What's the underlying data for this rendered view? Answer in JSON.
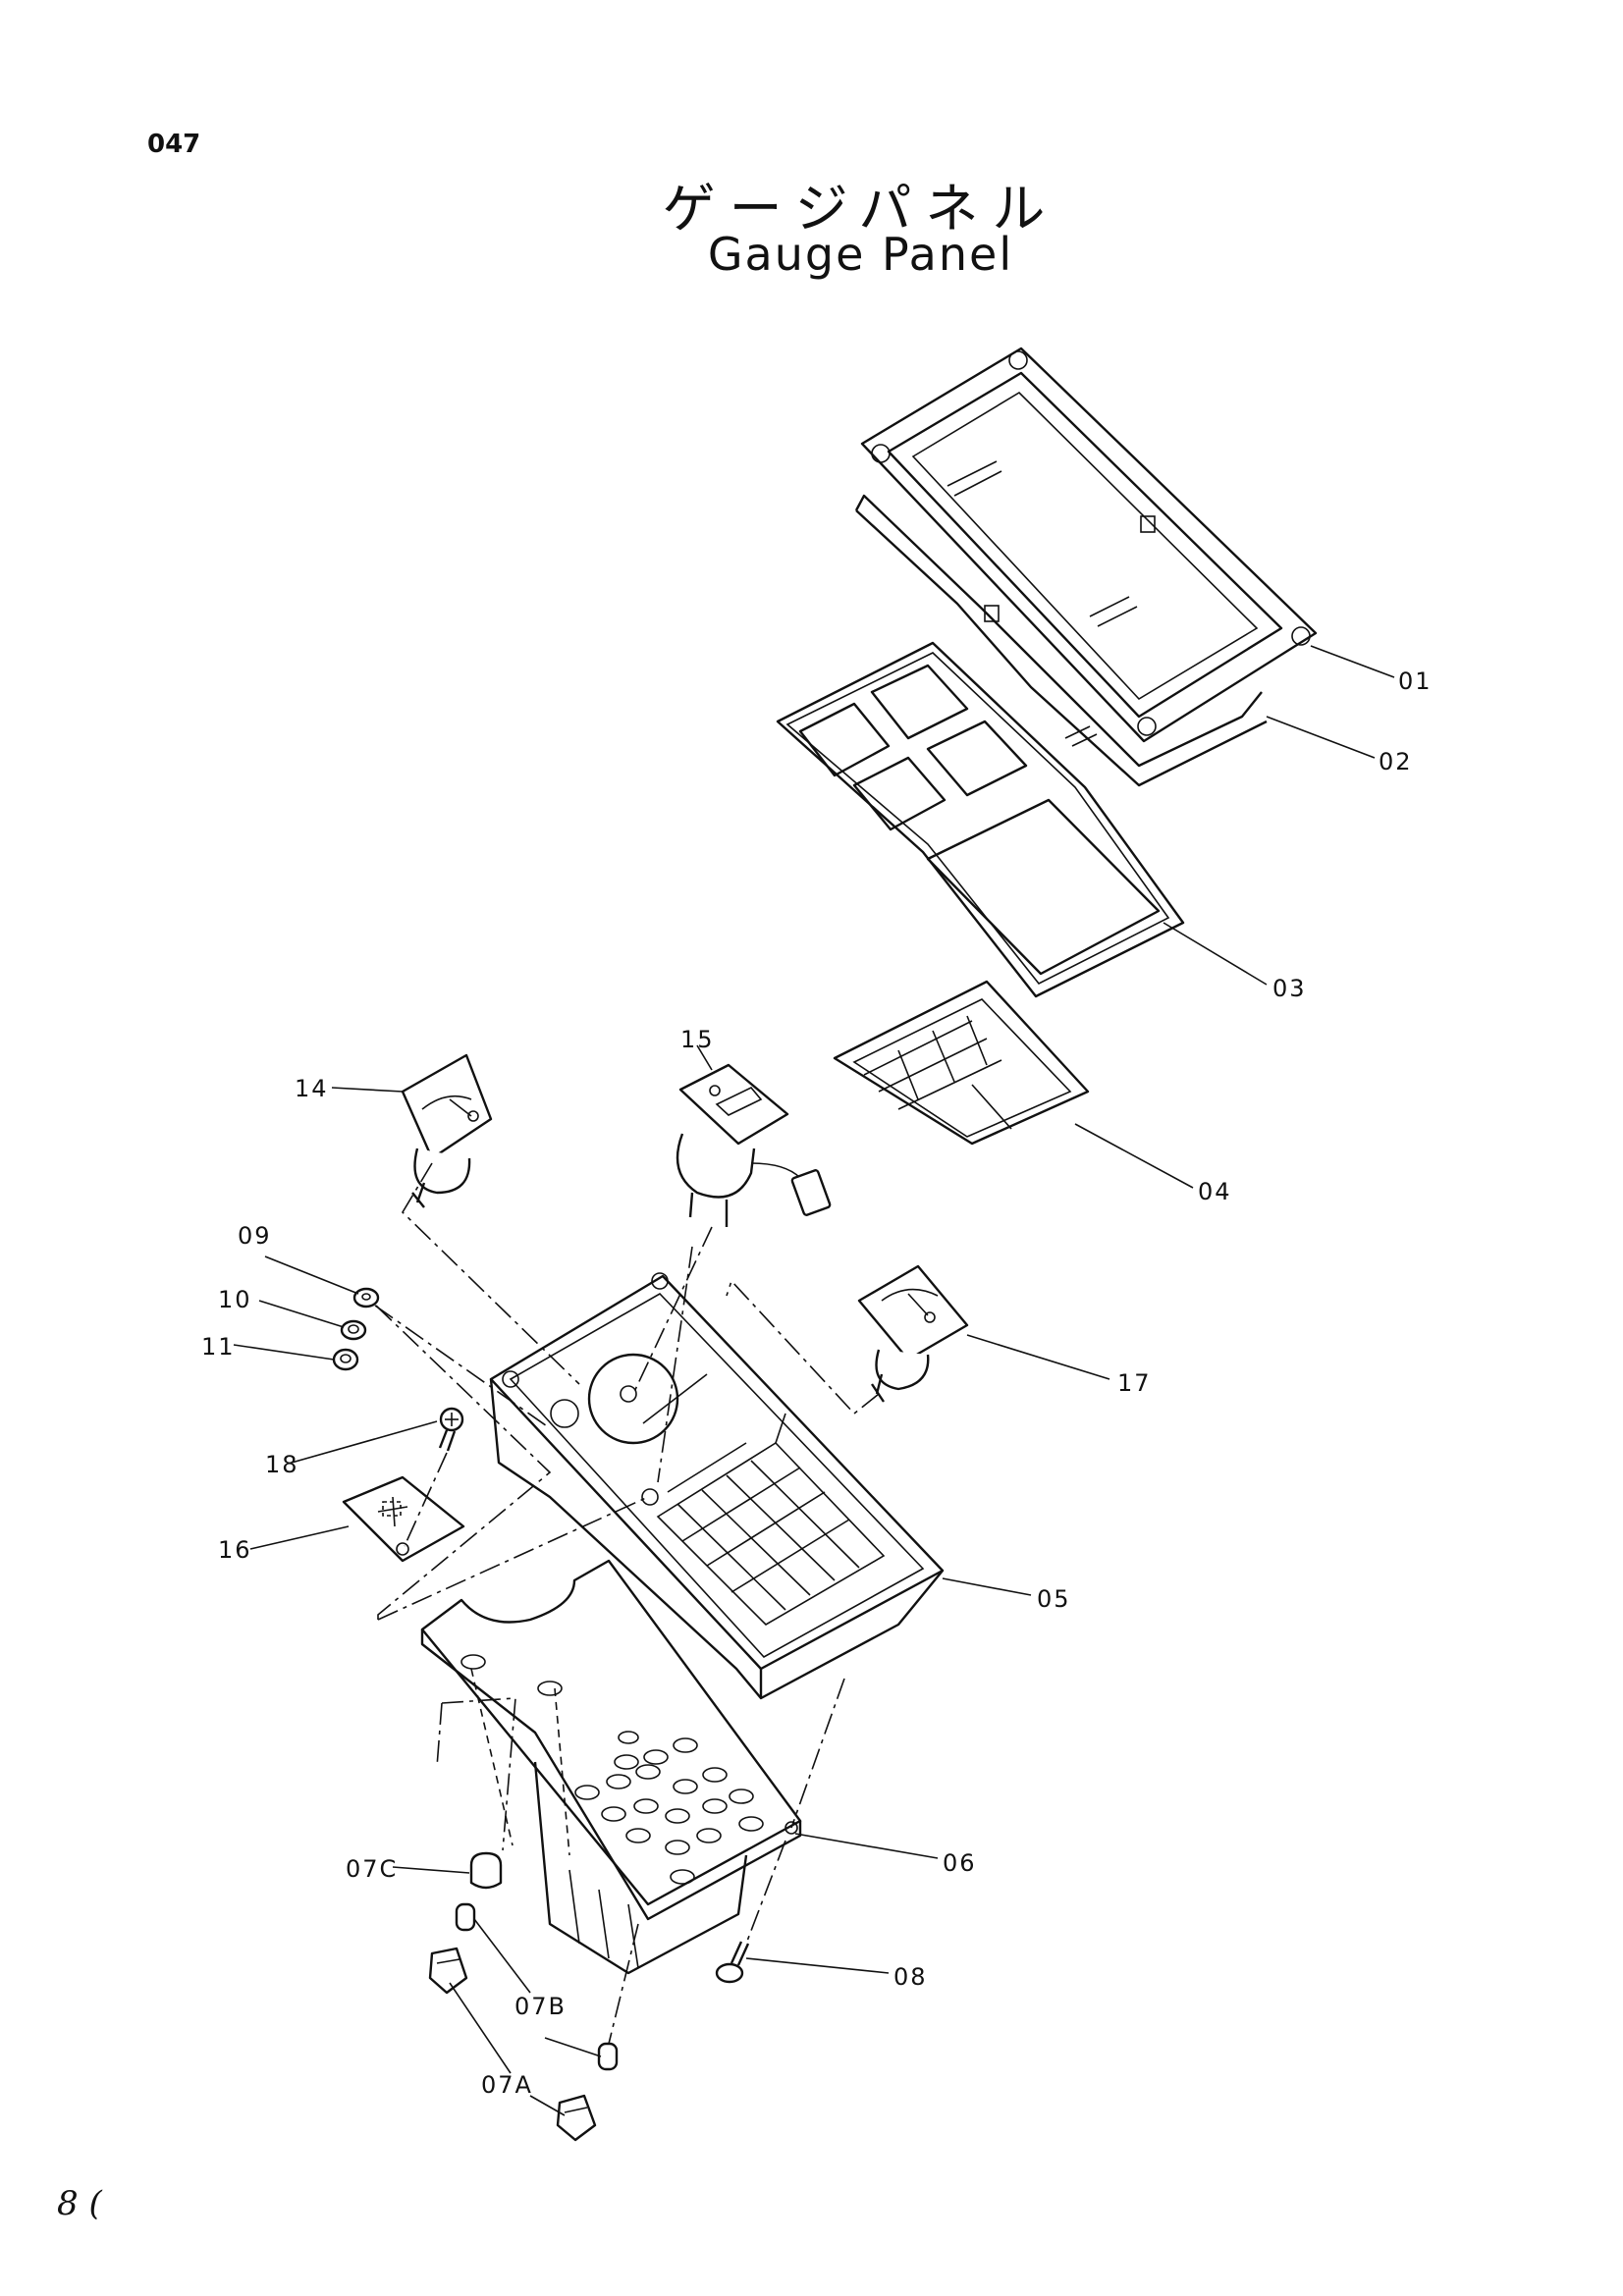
{
  "page_number": "047",
  "title_jp": "ゲージパネル",
  "title_en": "Gauge Panel",
  "callouts": {
    "p01": "01",
    "p02": "02",
    "p03": "03",
    "p04": "04",
    "p05": "05",
    "p06": "06",
    "p07a": "07A",
    "p07b": "07B",
    "p07c": "07C",
    "p08": "08",
    "p09": "09",
    "p10": "10",
    "p11": "11",
    "p14": "14",
    "p15": "15",
    "p16": "16",
    "p17": "17",
    "p18": "18"
  },
  "signature": "8 ("
}
